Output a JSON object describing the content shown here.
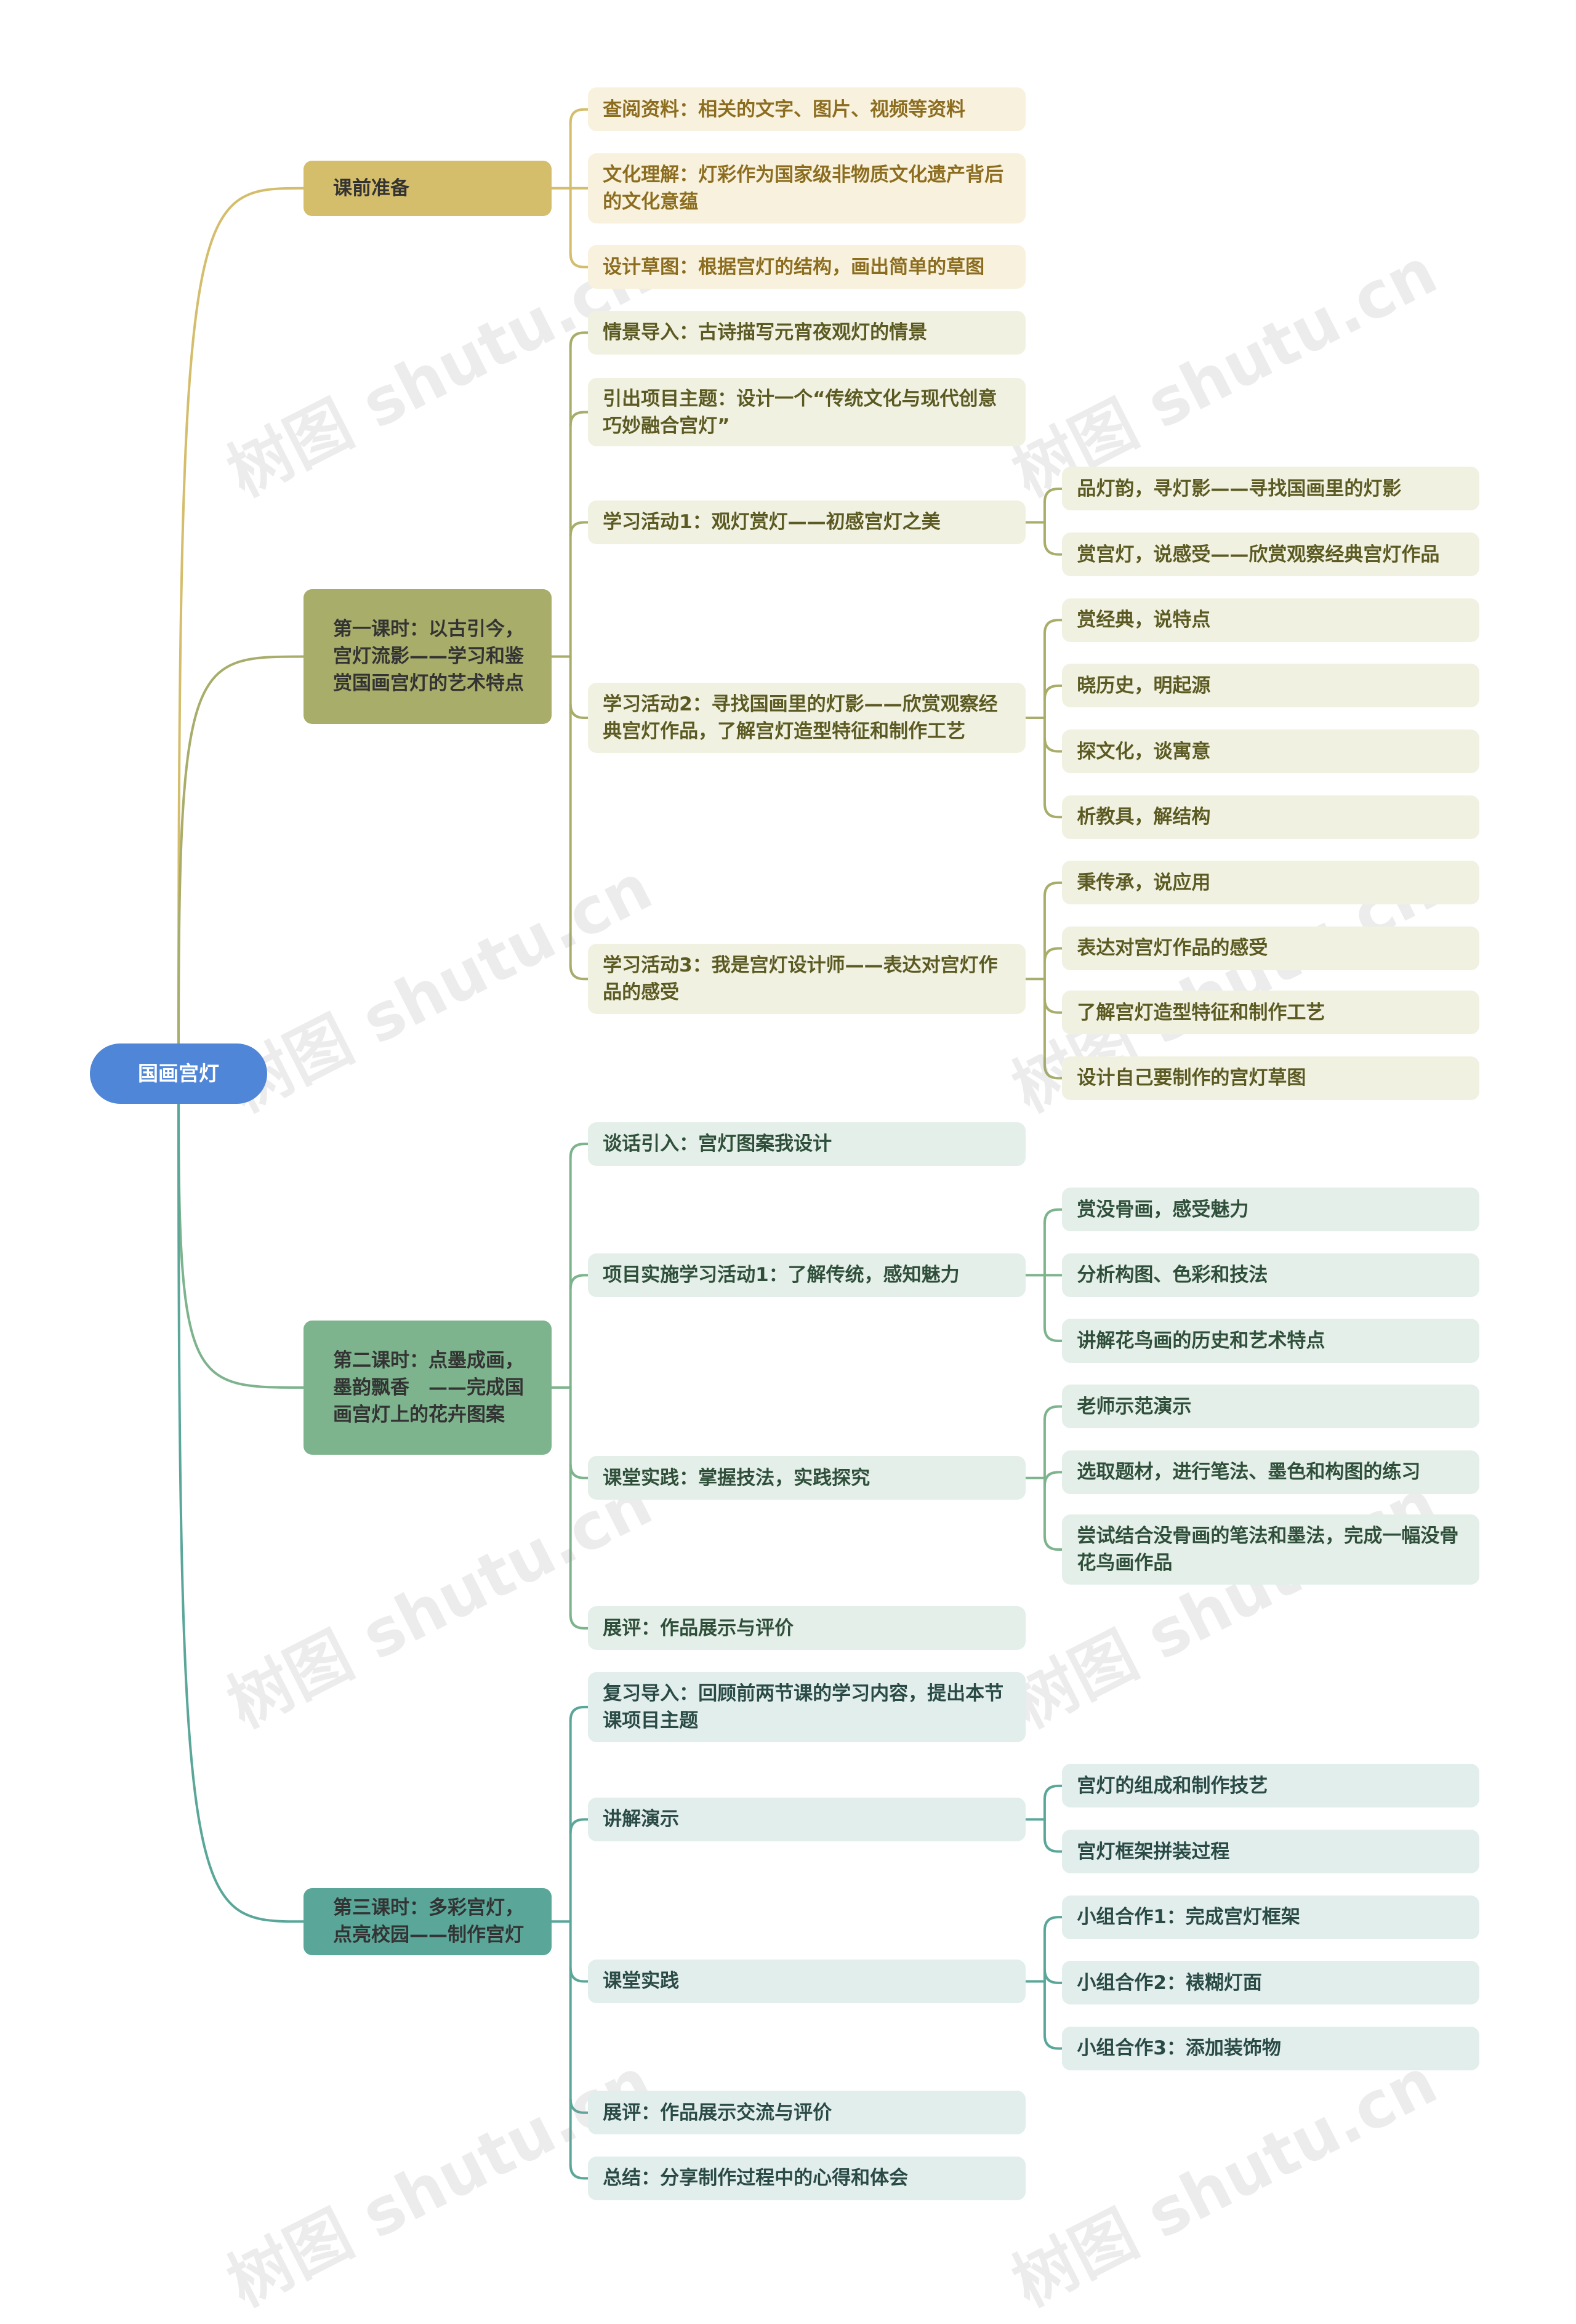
{
  "root": {
    "label": "国画宫灯",
    "color": "#4f86d8"
  },
  "watermark": "树图 shutu.cn",
  "branches": [
    {
      "label": "课前准备",
      "color": "#d4bd6b",
      "text": "#333333",
      "sub_bg": "#f7f1dd",
      "sub_text": "#8c6d1f",
      "children": [
        {
          "label": "查阅资料：相关的文字、图片、视频等资料",
          "children": []
        },
        {
          "label": "文化理解：灯彩作为国家级非物质文化遗产背后的文化意蕴",
          "children": []
        },
        {
          "label": "设计草图：根据宫灯的结构，画出简单的草图",
          "children": []
        }
      ]
    },
    {
      "label": "第一课时：以古引今，宫灯流影——学习和鉴赏国画宫灯的艺术特点",
      "color": "#a8ad6a",
      "text": "#333333",
      "sub_bg": "#f1f1e2",
      "sub_text": "#5b5a22",
      "children": [
        {
          "label": "情景导入：古诗描写元宵夜观灯的情景",
          "children": []
        },
        {
          "label": "引出项目主题：设计一个“传统文化与现代创意巧妙融合宫灯”",
          "children": []
        },
        {
          "label": "学习活动1：观灯赏灯——初感宫灯之美",
          "children": [
            "品灯韵，寻灯影——寻找国画里的灯影",
            "赏宫灯，说感受——欣赏观察经典宫灯作品"
          ]
        },
        {
          "label": "学习活动2：寻找国画里的灯影——欣赏观察经典宫灯作品，了解宫灯造型特征和制作工艺",
          "children": [
            "赏经典，说特点",
            "晓历史，明起源",
            "探文化，谈寓意",
            "析教具，解结构"
          ]
        },
        {
          "label": "学习活动3：我是宫灯设计师——表达对宫灯作品的感受",
          "children": [
            "秉传承，说应用",
            "表达对宫灯作品的感受",
            "了解宫灯造型特征和制作工艺",
            "设计自己要制作的宫灯草图"
          ]
        }
      ]
    },
    {
      "label": "第二课时：点墨成画，墨韵飘香　——完成国画宫灯上的花卉图案",
      "color": "#7db38d",
      "text": "#333333",
      "sub_bg": "#e3efe8",
      "sub_text": "#2f4f3a",
      "children": [
        {
          "label": "谈话引入：宫灯图案我设计",
          "children": []
        },
        {
          "label": "项目实施学习活动1：了解传统，感知魅力",
          "children": [
            "赏没骨画，感受魅力",
            "分析构图、色彩和技法",
            "讲解花鸟画的历史和艺术特点"
          ]
        },
        {
          "label": "课堂实践：掌握技法，实践探究",
          "children": [
            "老师示范演示",
            "选取题材，进行笔法、墨色和构图的练习",
            "尝试结合没骨画的笔法和墨法，完成一幅没骨花鸟画作品"
          ]
        },
        {
          "label": "展评：作品展示与评价",
          "children": []
        }
      ]
    },
    {
      "label": "第三课时：多彩宫灯，点亮校园——制作宫灯",
      "color": "#5aa79a",
      "text": "#333333",
      "sub_bg": "#e1eeec",
      "sub_text": "#2a4a45",
      "children": [
        {
          "label": "复习导入：回顾前两节课的学习内容，提出本节课项目主题",
          "children": []
        },
        {
          "label": "讲解演示",
          "children": [
            "宫灯的组成和制作技艺",
            "宫灯框架拼装过程"
          ]
        },
        {
          "label": "课堂实践",
          "children": [
            "小组合作1：完成宫灯框架",
            "小组合作2：裱糊灯面",
            "小组合作3：添加装饰物"
          ]
        },
        {
          "label": "展评：作品展示交流与评价",
          "children": []
        },
        {
          "label": "总结：分享制作过程中的心得和体会",
          "children": []
        }
      ]
    }
  ]
}
